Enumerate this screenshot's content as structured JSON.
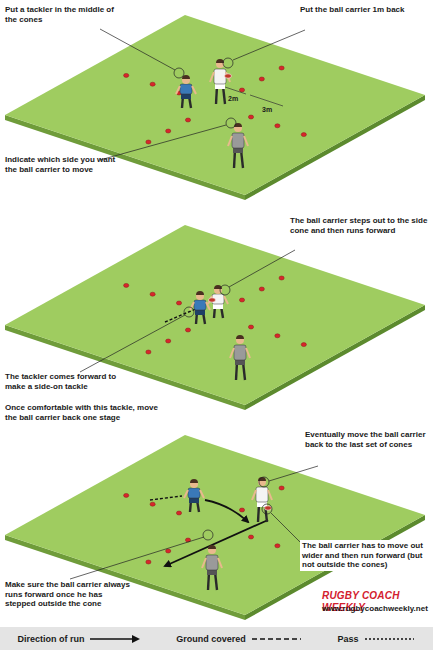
{
  "diagram": {
    "labels": [
      "Put a tackler in the middle of the cones",
      "Put the ball carrier 1m back",
      "2m",
      "3m",
      "Indicate which side you want the ball carrier to move",
      "The ball carrier steps out to the side cone and then runs forward",
      "The tackler comes forward to make a side-on tackle",
      "Once comfortable with this tackle, move the ball carrier back one stage",
      "Eventually move the ball carrier back to the last set of cones",
      "Make sure the ball carrier always runs forward once he has stepped outside the cone",
      "The ball carrier has to move out wider and then run forward (but not outside the cones)",
      "RUGBY COACH WEEKLY",
      "www.rugbycoachweekly.net"
    ],
    "legend": [
      {
        "text": "Direction of run"
      },
      {
        "text": "Ground covered"
      },
      {
        "text": "Pass"
      }
    ]
  }
}
